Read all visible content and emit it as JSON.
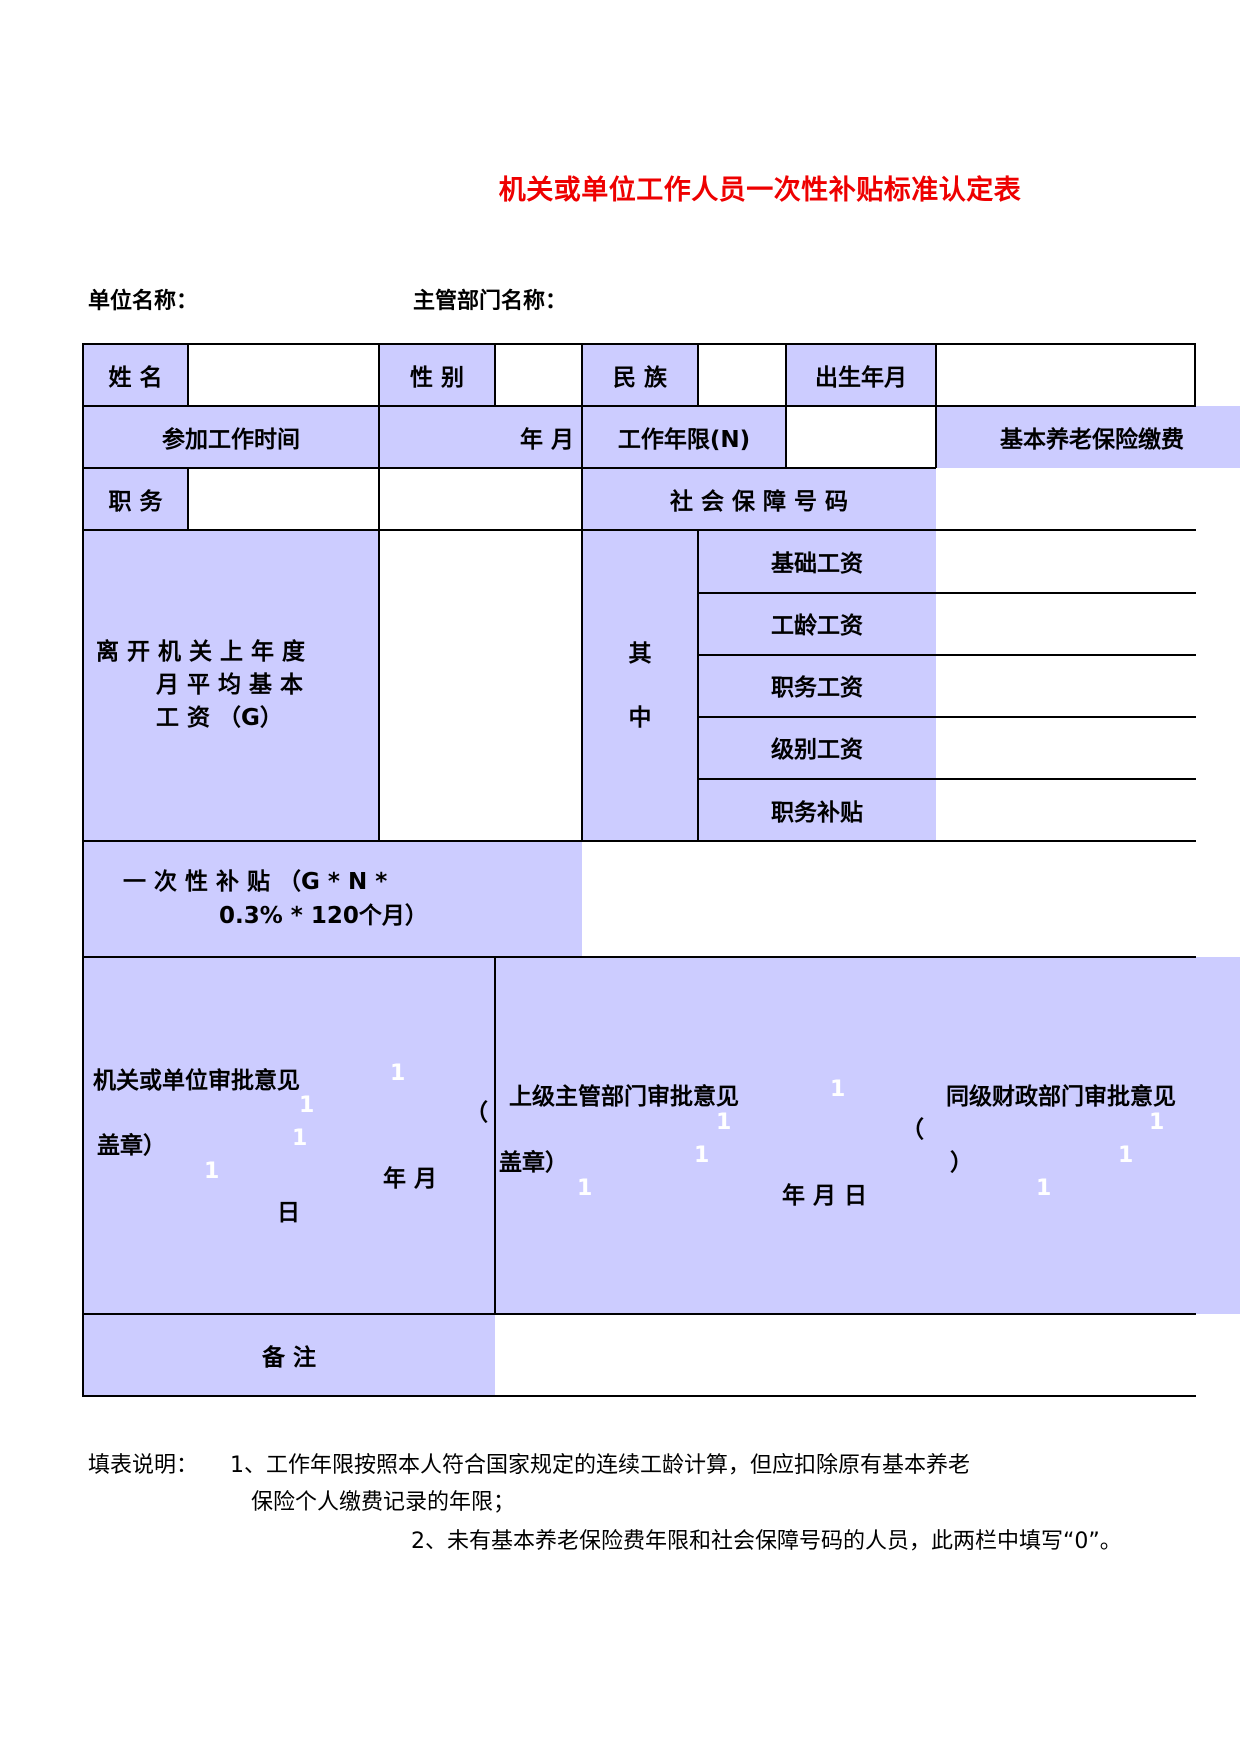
{
  "title": "机关或单位工作人员一次性补贴标准认定表",
  "unit_name_label": "单位名称：",
  "dept_name_label": "主管部门名称：",
  "row1": {
    "name": "姓 名",
    "gender": "性 别",
    "ethnicity": "民 族",
    "birth": "出生年月"
  },
  "row2": {
    "work_start": "参加工作时间",
    "year_month": "年  月",
    "work_years": "工作年限(N)",
    "pension": "基本养老保险缴费"
  },
  "row3": {
    "position": "职 务",
    "ssn": "社 会 保 障 号 码"
  },
  "salary_label_line1": "离 开 机 关      上 年 度",
  "salary_label_line2": "月 平 均        基 本",
  "salary_label_line3": "工 资      （G）",
  "among_1": "其",
  "among_2": "中",
  "components": [
    "基础工资",
    "工龄工资",
    "职务工资",
    "级别工资",
    "职务补贴"
  ],
  "lump_line1": "一  次  性  补  贴              （G * N *",
  "lump_line2": "0.3% * 120个月）",
  "approval": {
    "unit_label": "机关或单位审批意见",
    "paren_open": "（",
    "seal": "盖章）",
    "year_month": "年    月",
    "day": "日",
    "upper_label": "上级主管部门审批意见",
    "upper_paren": "（",
    "upper_seal": "盖章）",
    "upper_date": "年    月    日",
    "finance_label": "同级财政部门审批意见",
    "finance_paren_close": "）",
    "mark": "1"
  },
  "remark": "备    注",
  "notes": {
    "label": "填表说明：",
    "line1": "1、工作年限按照本人符合国家规定的连续工龄计算，但应扣除原有基本养老",
    "line2": "保险个人缴费记录的年限；",
    "line3": "2、未有基本养老保险费年限和社会保障号码的人员，此两栏中填写“0”。"
  },
  "colors": {
    "title": "#ee0000",
    "fill": "#ccccff"
  }
}
